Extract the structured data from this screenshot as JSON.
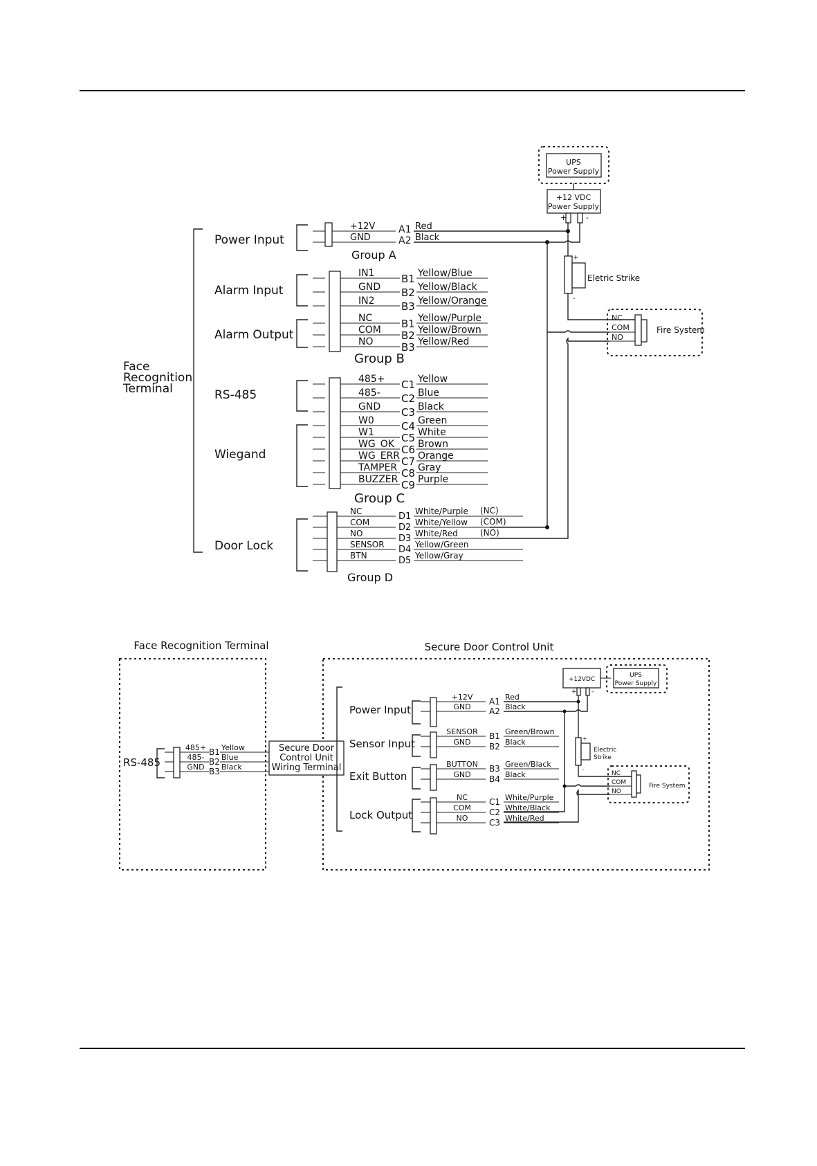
{
  "diagram1": {
    "terminal": [
      "Face",
      "Recognition",
      "Terminal"
    ],
    "ups": [
      "UPS",
      "Power Supply"
    ],
    "psu": [
      "+12 VDC",
      "Power Supply"
    ],
    "psu_plus": "+",
    "psu_minus": "-",
    "strike_label": "Eletric Strike",
    "strike_plus": "+",
    "strike_minus": "-",
    "fire_label": "Fire System",
    "fire_terms": [
      "NC",
      "COM",
      "NO"
    ],
    "sections": {
      "power_input": "Power Input",
      "alarm_input": "Alarm Input",
      "alarm_output": "Alarm Output",
      "rs485": "RS-485",
      "wiegand": "Wiegand",
      "door_lock": "Door Lock"
    },
    "groups": {
      "a": "Group A",
      "b": "Group B",
      "c": "Group C",
      "d": "Group D"
    },
    "group_a": [
      {
        "pin": "+12V",
        "id": "A1",
        "color": "Red"
      },
      {
        "pin": "GND",
        "id": "A2",
        "color": "Black"
      }
    ],
    "alarm_in": [
      {
        "pin": "IN1",
        "id": "B1",
        "color": "Yellow/Blue"
      },
      {
        "pin": "GND",
        "id": "B2",
        "color": "Yellow/Black"
      },
      {
        "pin": "IN2",
        "id": "B3",
        "color": "Yellow/Orange"
      }
    ],
    "alarm_out": [
      {
        "pin": "NC",
        "id": "B1",
        "color": "Yellow/Purple"
      },
      {
        "pin": "COM",
        "id": "B2",
        "color": "Yellow/Brown"
      },
      {
        "pin": "NO",
        "id": "B3",
        "color": "Yellow/Red"
      }
    ],
    "rs485": [
      {
        "pin": "485+",
        "id": "C1",
        "color": "Yellow"
      },
      {
        "pin": "485-",
        "id": "C2",
        "color": "Blue"
      },
      {
        "pin": "GND",
        "id": "C3",
        "color": "Black"
      }
    ],
    "wiegand": [
      {
        "pin": "W0",
        "id": "C4",
        "color": "Green"
      },
      {
        "pin": "W1",
        "id": "C5",
        "color": "White"
      },
      {
        "pin": "WG_OK",
        "id": "C6",
        "color": "Brown"
      },
      {
        "pin": "WG_ERR",
        "id": "C7",
        "color": "Orange"
      },
      {
        "pin": "TAMPER",
        "id": "C8",
        "color": "Gray"
      },
      {
        "pin": "BUZZER",
        "id": "C9",
        "color": "Purple"
      }
    ],
    "door": [
      {
        "pin": "NC",
        "id": "D1",
        "color": "White/Purple",
        "note": "(NC)"
      },
      {
        "pin": "COM",
        "id": "D2",
        "color": "White/Yellow",
        "note": "(COM)"
      },
      {
        "pin": "NO",
        "id": "D3",
        "color": "White/Red",
        "note": "(NO)"
      },
      {
        "pin": "SENSOR",
        "id": "D4",
        "color": "Yellow/Green",
        "note": ""
      },
      {
        "pin": "BTN",
        "id": "D5",
        "color": "Yellow/Gray",
        "note": ""
      }
    ]
  },
  "diagram2": {
    "frt_title": "Face Recognition Terminal",
    "sdcu_title": "Secure Door Control Unit",
    "rs485_label": "RS-485",
    "rs485": [
      {
        "pin": "485+",
        "id": "B1",
        "color": "Yellow"
      },
      {
        "pin": "485-",
        "id": "B2",
        "color": "Blue"
      },
      {
        "pin": "GND",
        "id": "B3",
        "color": "Black"
      }
    ],
    "wiring_terminal": [
      "Secure Door",
      "Control Unit",
      "Wiring Terminal"
    ],
    "psu": "+12VDC",
    "psu_plus": "+",
    "psu_minus": "-",
    "ups": [
      "UPS",
      "Power Supply"
    ],
    "strike": [
      "Electric",
      "Strike"
    ],
    "strike_plus": "+",
    "strike_minus": "-",
    "fire_label": "Fire System",
    "fire_terms": [
      "NC",
      "COM",
      "NO"
    ],
    "sections": {
      "power_input": "Power Input",
      "sensor_input": "Sensor Input",
      "exit_button": "Exit Button",
      "lock_output": "Lock Output"
    },
    "power": [
      {
        "pin": "+12V",
        "id": "A1",
        "color": "Red"
      },
      {
        "pin": "GND",
        "id": "A2",
        "color": "Black"
      }
    ],
    "sensor": [
      {
        "pin": "SENSOR",
        "id": "B1",
        "color": "Green/Brown"
      },
      {
        "pin": "GND",
        "id": "B2",
        "color": "Black"
      }
    ],
    "exit": [
      {
        "pin": "BUTTON",
        "id": "B3",
        "color": "Green/Black"
      },
      {
        "pin": "GND",
        "id": "B4",
        "color": "Black"
      }
    ],
    "lock": [
      {
        "pin": "NC",
        "id": "C1",
        "color": "White/Purple"
      },
      {
        "pin": "COM",
        "id": "C2",
        "color": "White/Black"
      },
      {
        "pin": "NO",
        "id": "C3",
        "color": "White/Red"
      }
    ]
  }
}
